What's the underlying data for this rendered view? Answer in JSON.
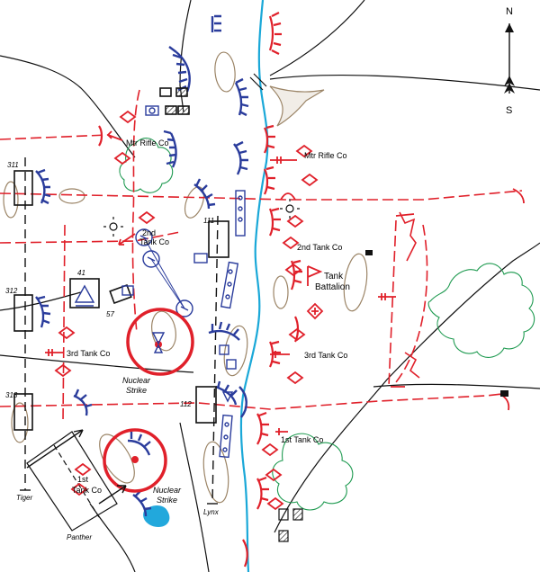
{
  "compass": {
    "north": "N",
    "south": "S"
  },
  "red_units": {
    "mtr_rifle_w": "Mtr Rifle Co",
    "mtr_rifle_e": "Mtr Rifle Co",
    "tank2_w_line1": "2nd",
    "tank2_w_line2": "Tank Co",
    "tank2_e": "2nd Tank Co",
    "tank_bn_line1": "Tank",
    "tank_bn_line2": "Battalion",
    "tank3_w": "3rd Tank Co",
    "tank3_e": "3rd Tank Co",
    "tank1_w_line1": "1st",
    "tank1_w_line2": "Tank Co",
    "tank1_e": "1st Tank Co"
  },
  "strikes": {
    "upper_line1": "Nuclear",
    "upper_line2": "Strike",
    "lower_line1": "Nuclear",
    "lower_line2": "Strike"
  },
  "blue_positions": {
    "p311": "311",
    "p312": "312",
    "p313": "313",
    "p111": "111",
    "p112": "112",
    "p41": "41",
    "p57": "57"
  },
  "phase_lines": {
    "tiger": "Tiger",
    "lynx": "Lynx",
    "panther": "Panther"
  },
  "colors": {
    "river": "#1aa8d8",
    "red_force": "#e0202a",
    "blue_force": "#2a3c9c",
    "terrain_brown": "#9b8466",
    "forest_green": "#1e9a50",
    "lake": "#22a8dc"
  }
}
